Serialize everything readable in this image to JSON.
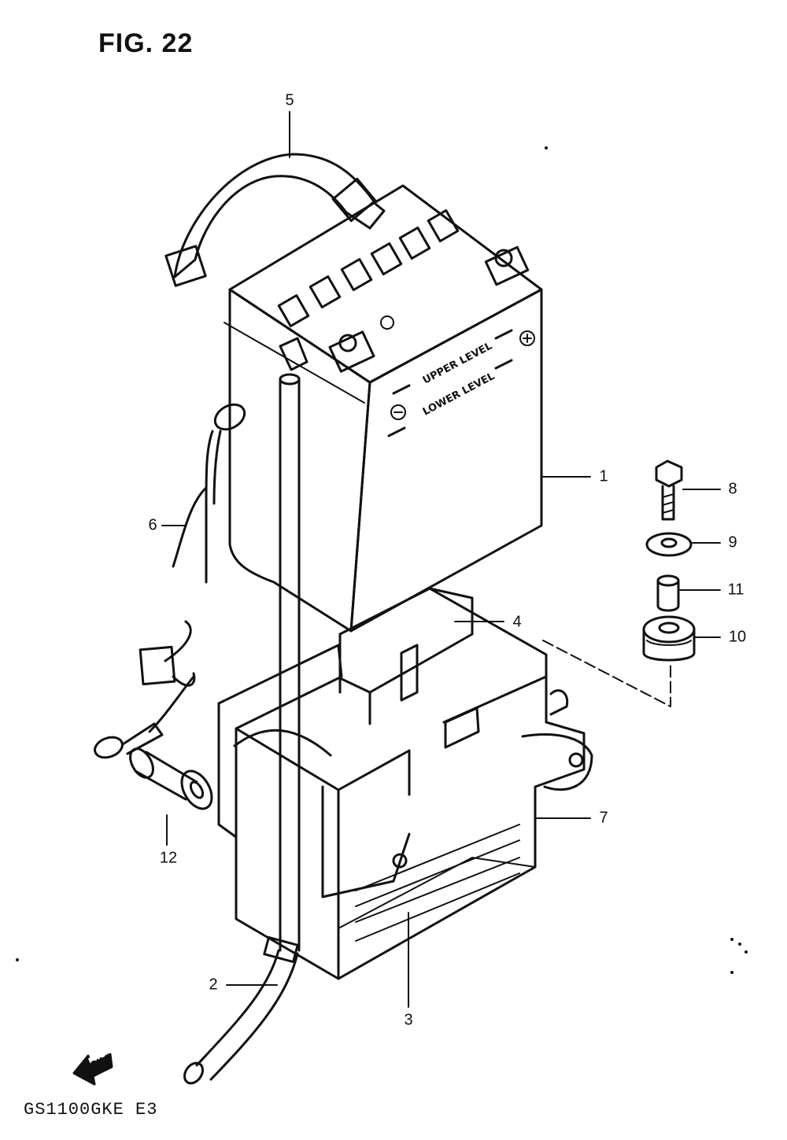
{
  "figure": {
    "title": "FIG. 22",
    "model_code": "GS1100GKE E3",
    "fwd_mark": "FWD"
  },
  "battery_markings": {
    "upper": "UPPER LEVEL",
    "lower": "LOWER LEVEL"
  },
  "callouts": [
    {
      "id": "1",
      "label": "1"
    },
    {
      "id": "2",
      "label": "2"
    },
    {
      "id": "3",
      "label": "3"
    },
    {
      "id": "4",
      "label": "4"
    },
    {
      "id": "5",
      "label": "5"
    },
    {
      "id": "6",
      "label": "6"
    },
    {
      "id": "7",
      "label": "7"
    },
    {
      "id": "8",
      "label": "8"
    },
    {
      "id": "9",
      "label": "9"
    },
    {
      "id": "10",
      "label": "10"
    },
    {
      "id": "11",
      "label": "11"
    },
    {
      "id": "12",
      "label": "12"
    }
  ]
}
